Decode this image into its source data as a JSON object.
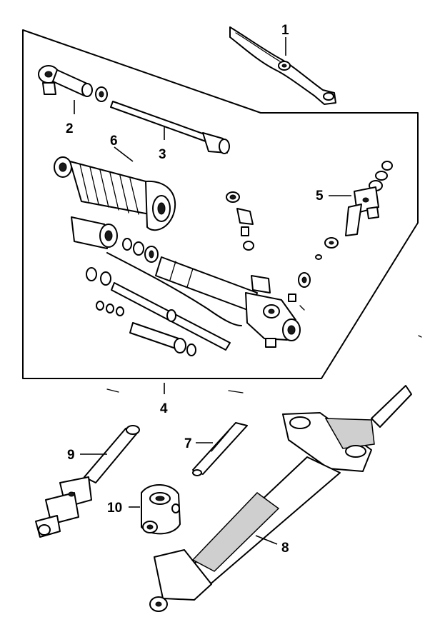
{
  "callouts": [
    {
      "id": "1",
      "label": "1"
    },
    {
      "id": "2",
      "label": "2"
    },
    {
      "id": "3",
      "label": "3"
    },
    {
      "id": "4",
      "label": "4"
    },
    {
      "id": "5",
      "label": "5"
    },
    {
      "id": "6",
      "label": "6"
    },
    {
      "id": "7",
      "label": "7"
    },
    {
      "id": "8",
      "label": "8"
    },
    {
      "id": "9",
      "label": "9"
    },
    {
      "id": "10",
      "label": "10"
    }
  ],
  "colors": {
    "ink": "#000000",
    "paper": "#ffffff",
    "shade": "#cfcfcf"
  }
}
